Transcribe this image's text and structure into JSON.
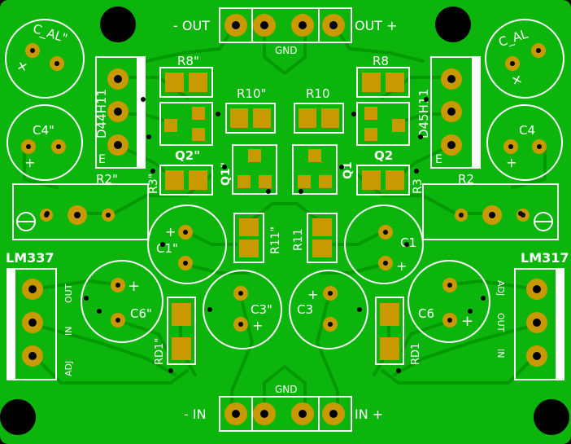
{
  "connectors": {
    "output": {
      "neg_label": "- OUT",
      "gnd_label": "GND",
      "pos_label": "OUT +"
    },
    "input": {
      "neg_label": "- IN",
      "gnd_label": "GND",
      "pos_label": "IN +"
    }
  },
  "left": {
    "cap_al": "C_AL\"",
    "cap_al_plus": "+",
    "transistor": "D44H11",
    "transistor_e": "E",
    "c4": "C4\"",
    "c4_plus": "+",
    "r8": "R8\"",
    "r10": "R10\"",
    "q2": "Q2\"",
    "q1": "Q1\"",
    "r3": "R3\"",
    "r2": "R2\"",
    "r11": "R11\"",
    "c1": "C1\"",
    "c1_plus": "+",
    "c3": "C3\"",
    "c3_plus": "+",
    "regulator": "LM337",
    "reg_pins": [
      "OUT",
      "IN",
      "ADJ"
    ],
    "c6": "C6\"",
    "c6_plus": "+",
    "rd1": "RD1\""
  },
  "right": {
    "cap_al": "C_AL",
    "cap_al_plus": "+",
    "transistor": "D45H11",
    "transistor_e": "E",
    "c4": "C4",
    "c4_plus": "+",
    "r8": "R8",
    "r10": "R10",
    "q2": "Q2",
    "q1": "Q1",
    "r3": "R3",
    "r2": "R2",
    "r11": "R11",
    "c1": "C1",
    "c1_plus": "+",
    "c3": "C3",
    "c3_plus": "+",
    "regulator": "LM317",
    "reg_pins": [
      "ADJ",
      "OUT",
      "IN"
    ],
    "c6": "C6",
    "c6_plus": "+",
    "rd1": "RD1"
  },
  "colors": {
    "board": "#0bb50b",
    "trace": "#009a00",
    "copper": "#c89900",
    "silkscreen": "#ffffff",
    "hole": "#000000"
  }
}
